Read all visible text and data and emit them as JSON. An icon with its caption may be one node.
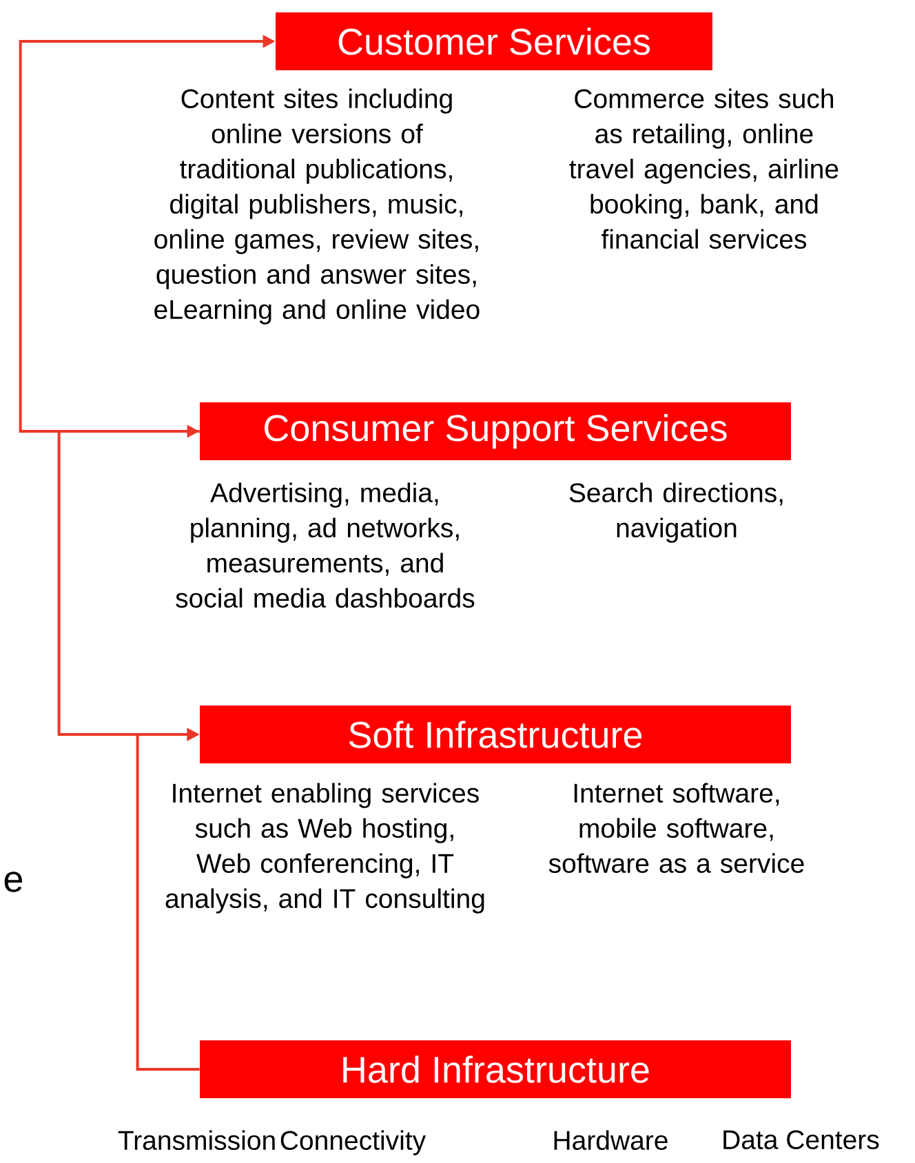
{
  "diagram": {
    "nodes": [
      {
        "text": [
          "Customer Services"
        ],
        "beside": [
          "Content sites including online versions of traditional publications, digital publishers, music, online games, review sites, question and answer sites, eLearning and online video",
          "Commerce sites such as retailing, online travel agencies, airline booking, bank, and financial services"
        ]
      },
      {
        "text": [
          "Consumer Support Services"
        ],
        "beside": [
          "Advertising, media, planning, ad networks, measurements, and social media dashboards",
          "Search directions, navigation"
        ]
      },
      {
        "text": [
          "Soft Infrastructure"
        ],
        "beside": [
          "Internet enabling services such as Web hosting, Web conferencing, IT analysis, and IT consulting",
          "Internet software, mobile software, software as a service"
        ]
      },
      {
        "text": [
          "Hard Infrastructure"
        ],
        "beside": [
          "Transmission",
          "Connectivity",
          "Hardware",
          "Data Centers"
        ]
      }
    ],
    "edges": [
      {
        "from": 1,
        "to": 0,
        "arrow": "both"
      },
      {
        "from": 1,
        "to": 2,
        "arrow": "to"
      },
      {
        "from": 3,
        "to": 2,
        "arrow": "to"
      }
    ],
    "labels": [
      "e"
    ]
  }
}
